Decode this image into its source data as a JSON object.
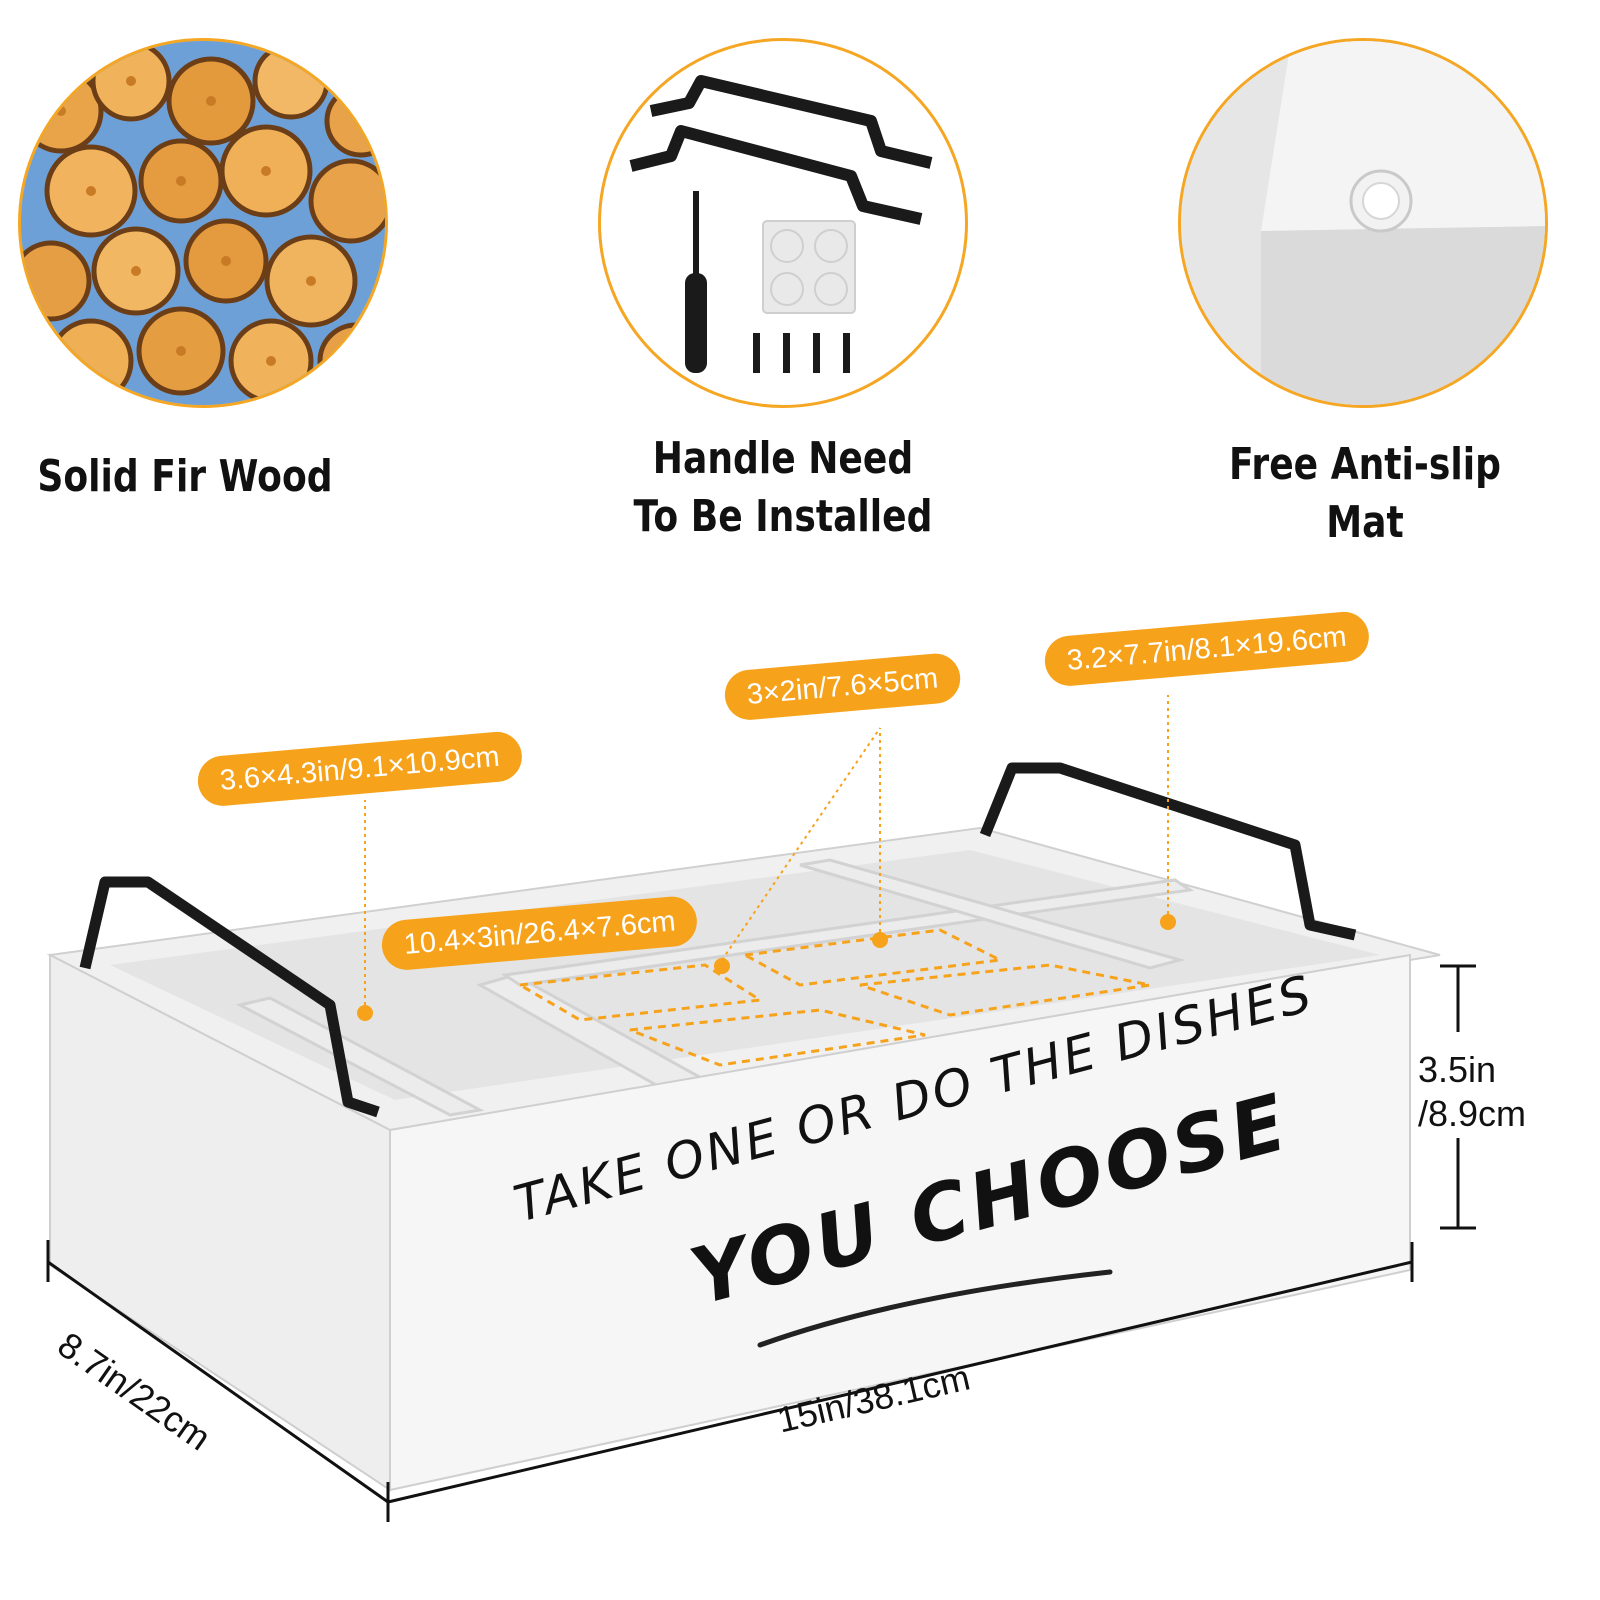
{
  "features": [
    {
      "caption_line1": "Solid Fir Wood",
      "caption_line2": "",
      "icon": "wood-logs-icon"
    },
    {
      "caption_line1": "Handle Need",
      "caption_line2": "To Be Installed",
      "icon": "handle-kit-icon"
    },
    {
      "caption_line1": "Free Anti-slip",
      "caption_line2": "Mat",
      "icon": "anti-slip-pad-icon"
    }
  ],
  "compartments": {
    "left": "3.6×4.3in/9.1×10.9cm",
    "small": "3×2in/7.6×5cm",
    "right": "3.2×7.7in/8.1×19.6cm",
    "front_long": "10.4×3in/26.4×7.6cm"
  },
  "dimensions": {
    "height_line1": "3.5in",
    "height_line2": "/8.9cm",
    "length": "15in/38.1cm",
    "depth": "8.7in/22cm"
  },
  "box_text": {
    "line1": "TAKE ONE OR DO THE DISHES",
    "line2": "YOU CHOOSE"
  },
  "colors": {
    "accent": "#f7a21b",
    "circle_border": "#f5a623",
    "handle": "#1a1a1a",
    "box": "#f3f3f3"
  }
}
